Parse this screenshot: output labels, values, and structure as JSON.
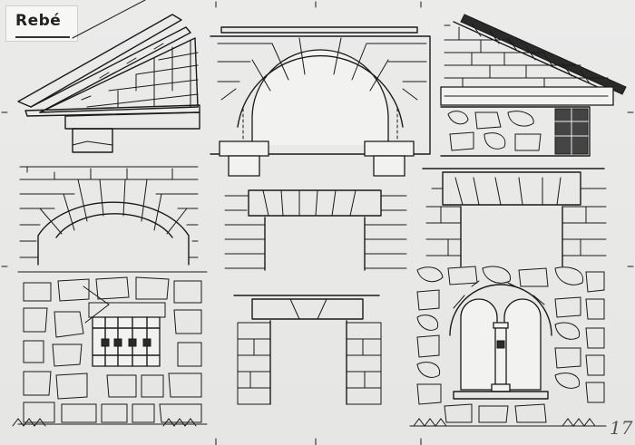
{
  "sheet": {
    "title": "Rebé",
    "page_number": "17"
  },
  "drawings": [
    {
      "name": "gable-eave-simple"
    },
    {
      "name": "semicircular-arch-on-columns"
    },
    {
      "name": "tiled-eave-rubble-wall"
    },
    {
      "name": "segmental-voussoir-arch"
    },
    {
      "name": "flat-lintel-stepped-voussoirs"
    },
    {
      "name": "lintel-with-keystones"
    },
    {
      "name": "rubble-wall-barred-window"
    },
    {
      "name": "doorway-flat-arch"
    },
    {
      "name": "twin-arched-window-rubble"
    }
  ]
}
